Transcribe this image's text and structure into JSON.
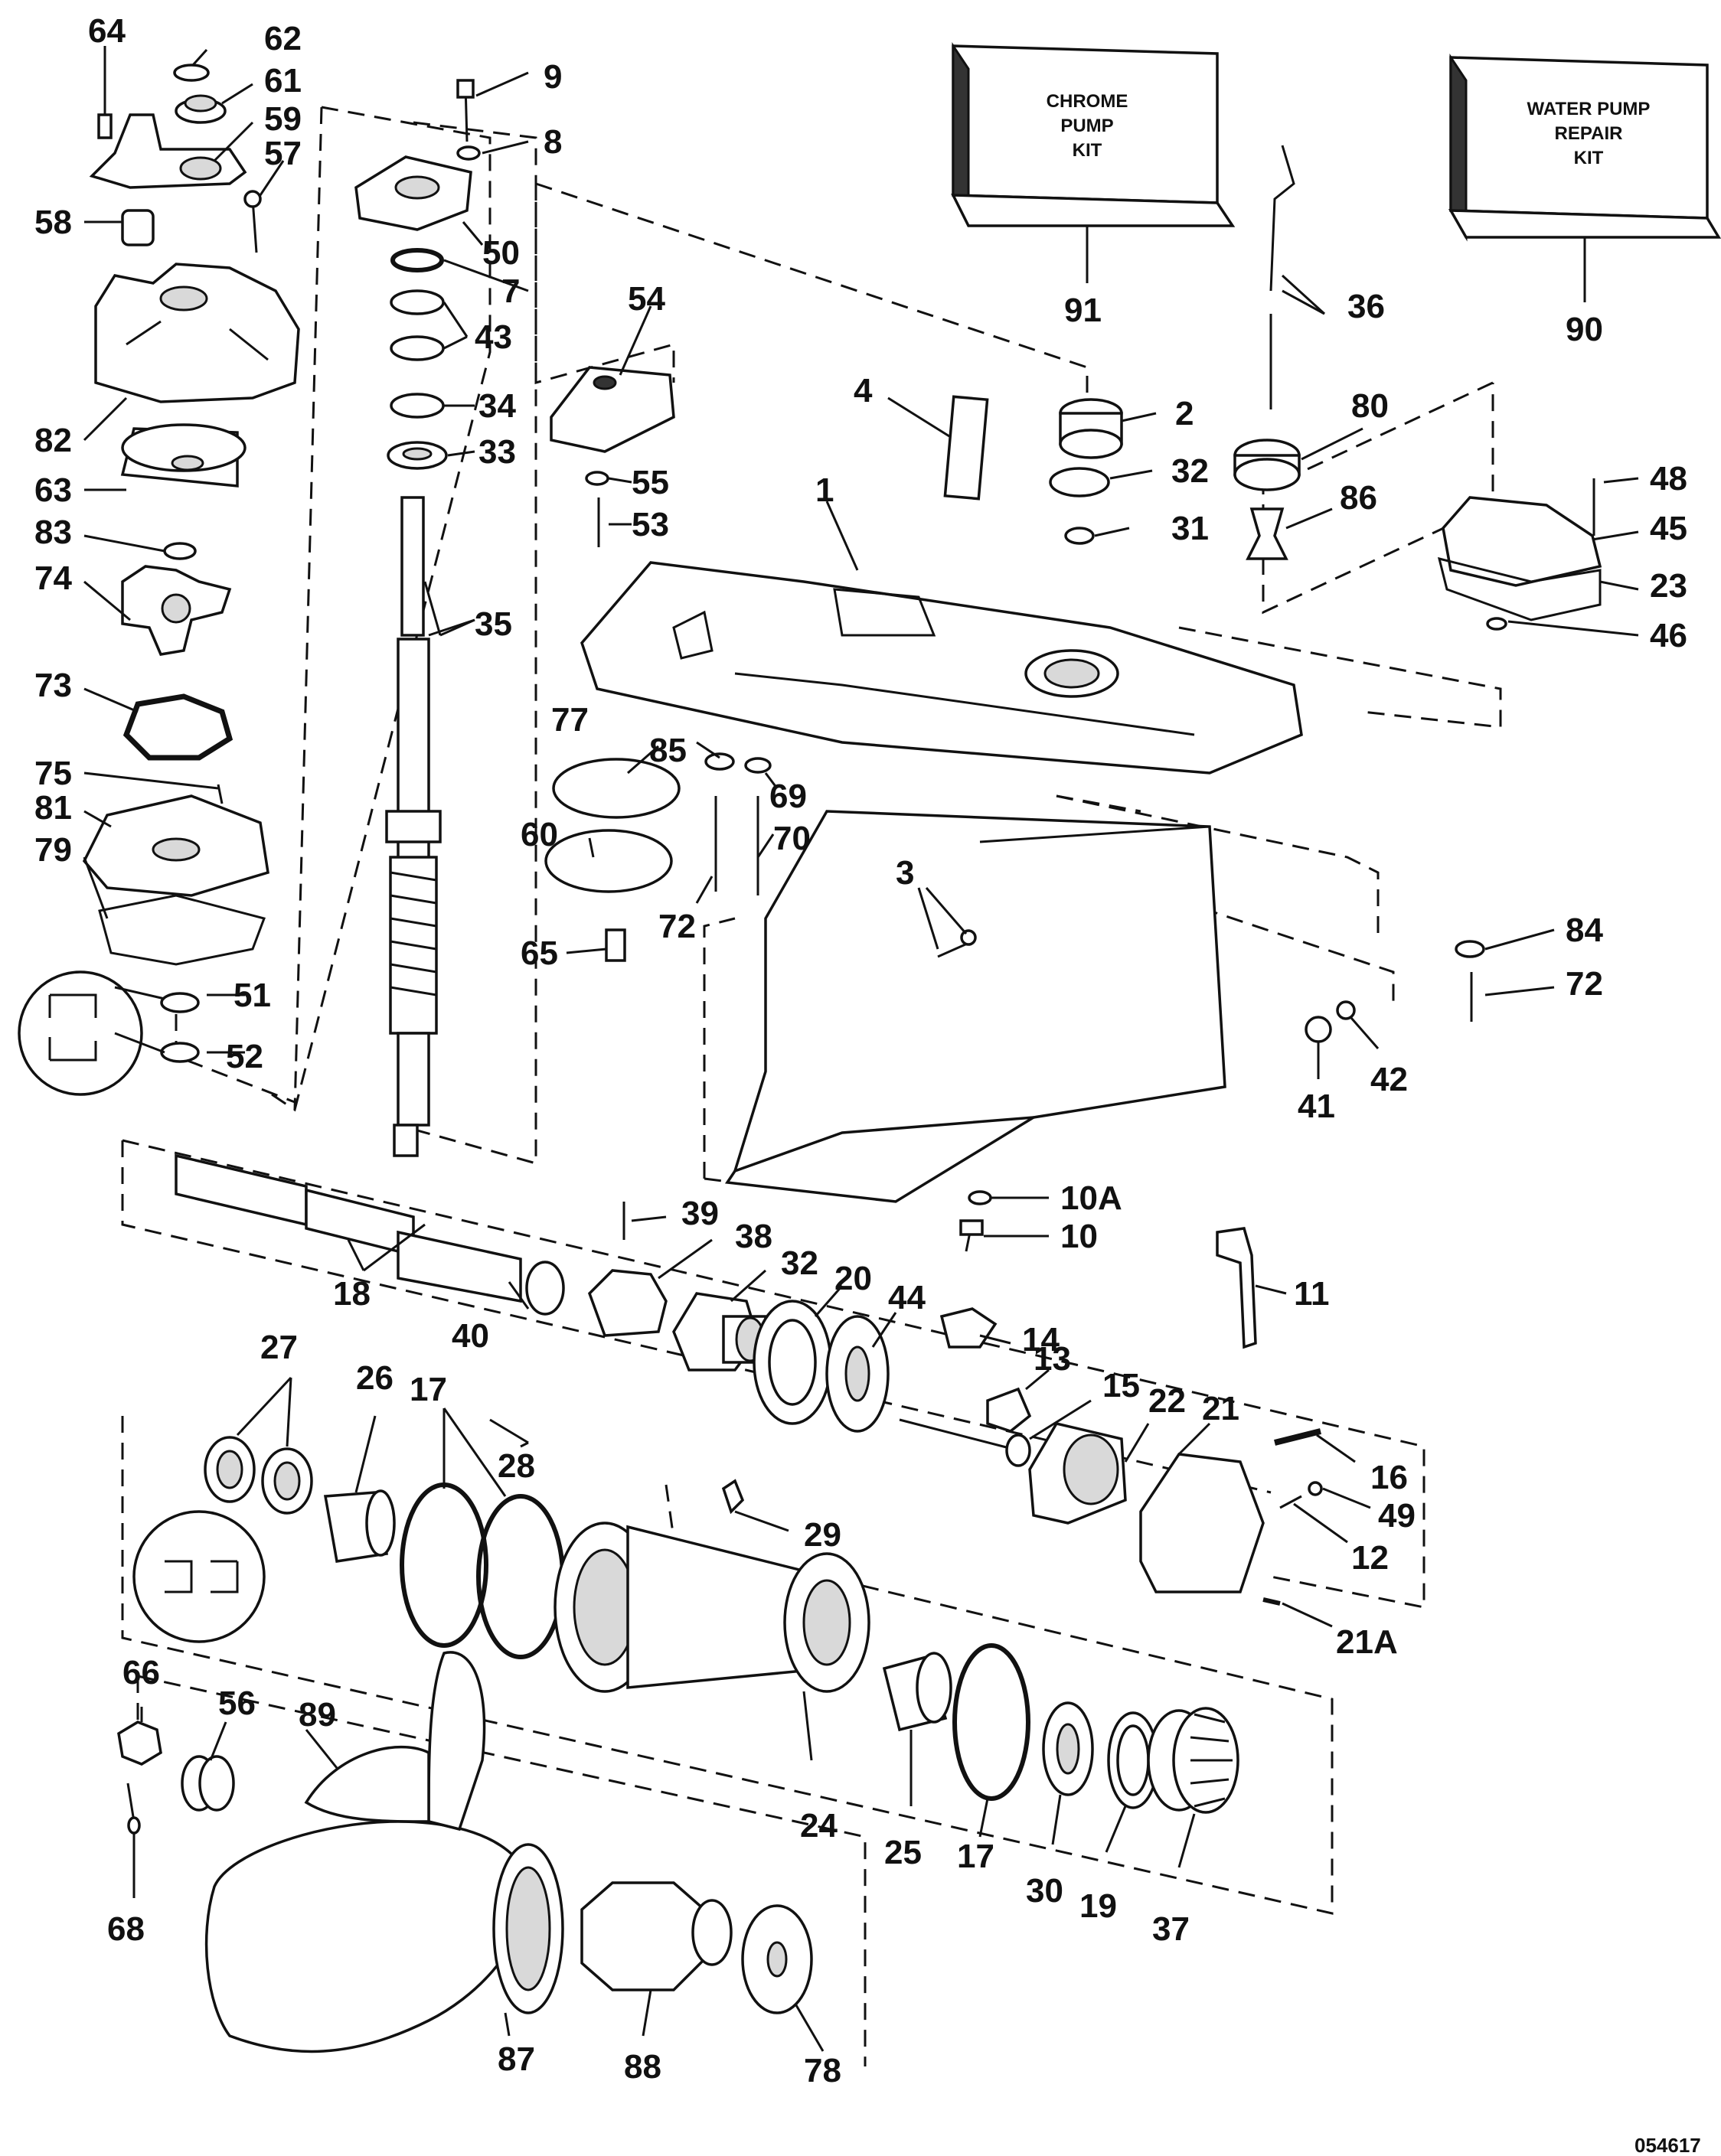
{
  "kits": [
    {
      "name": "chrome-pump-kit",
      "lines": [
        "CHROME",
        "PUMP",
        "KIT"
      ],
      "number": "91"
    },
    {
      "name": "water-pump-repair-kit",
      "lines": [
        "WATER PUMP",
        "REPAIR",
        "KIT"
      ],
      "number": "90"
    }
  ],
  "reference_code": "054617",
  "callouts": [
    "1",
    "2",
    "3",
    "4",
    "7",
    "8",
    "9",
    "10",
    "10A",
    "11",
    "12",
    "13",
    "14",
    "15",
    "16",
    "17",
    "17",
    "18",
    "19",
    "20",
    "21",
    "21A",
    "22",
    "23",
    "24",
    "25",
    "26",
    "27",
    "28",
    "29",
    "30",
    "31",
    "32",
    "32",
    "33",
    "34",
    "35",
    "36",
    "37",
    "38",
    "39",
    "40",
    "41",
    "42",
    "43",
    "44",
    "45",
    "46",
    "48",
    "49",
    "50",
    "51",
    "52",
    "53",
    "54",
    "55",
    "56",
    "57",
    "58",
    "59",
    "60",
    "61",
    "62",
    "63",
    "64",
    "65",
    "66",
    "68",
    "69",
    "70",
    "72",
    "72",
    "73",
    "74",
    "75",
    "77",
    "78",
    "79",
    "80",
    "81",
    "82",
    "83",
    "84",
    "85",
    "86",
    "87",
    "88",
    "89"
  ]
}
